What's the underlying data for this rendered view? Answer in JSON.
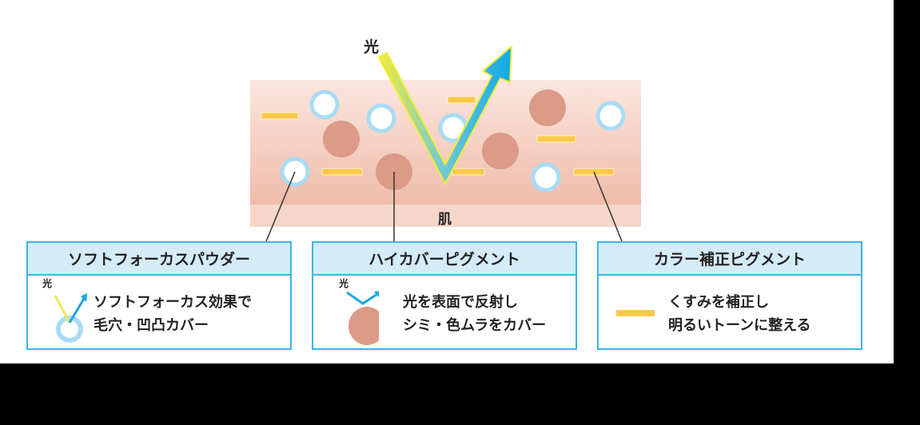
{
  "diagram": {
    "light_label": "光",
    "skin_label": "肌"
  },
  "boxes": [
    {
      "title": "ソフトフォーカスパウダー",
      "icon_label": "光",
      "lines": [
        "ソフトフォーカス効果で",
        "毛穴・凹凸カバー"
      ]
    },
    {
      "title": "ハイカバーピグメント",
      "icon_label": "光",
      "lines": [
        "光を表面で反射し",
        "シミ・色ムラをカバー"
      ]
    },
    {
      "title": "カラー補正ピグメント",
      "lines": [
        "くすみを補正し",
        "明るいトーンに整える"
      ]
    }
  ],
  "colors": {
    "border": "#3bb4e5",
    "header": "#d4ebf8",
    "skin": "#f0c4b4",
    "pigment": "#dc9a88",
    "bar": "#f8c94a",
    "ring": "#a8dcf4",
    "arrow": "#19a8e0"
  }
}
